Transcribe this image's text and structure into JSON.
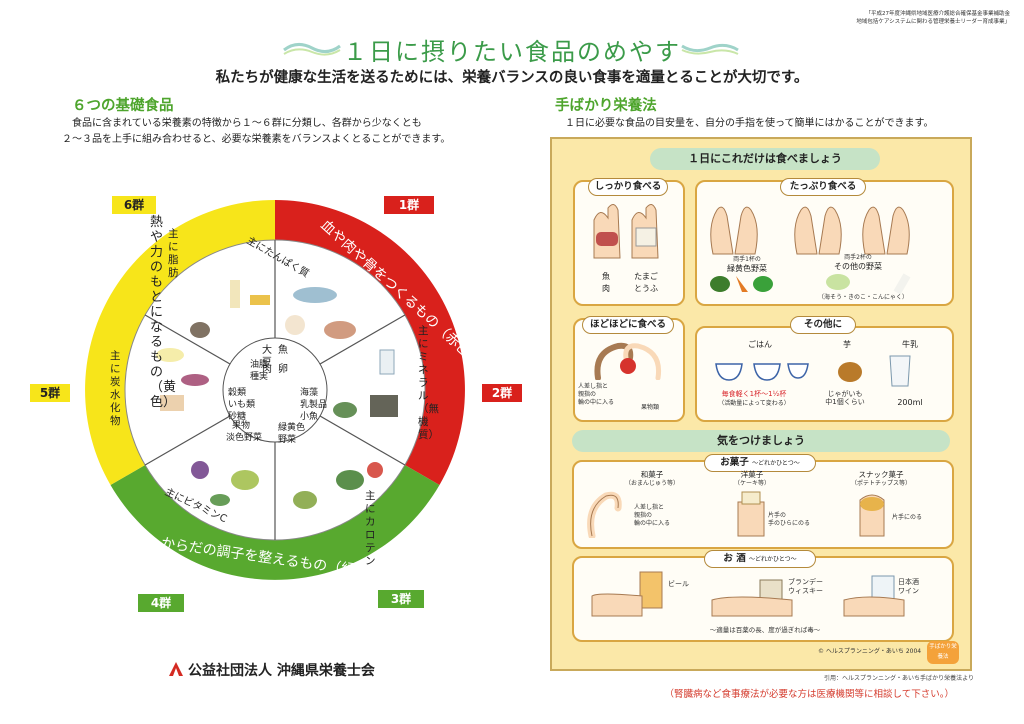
{
  "top_note": [
    "「平成27年度沖縄県地域医療介護総合確保基金事業補助金",
    "地域包括ケアシステムに関わる管理栄養士リーダー育成事業」"
  ],
  "title": "１日に摂りたい食品のめやす",
  "subtitle": "私たちが健康な生活を送るためには、栄養バランスの良い食事を適量とることが大切です。",
  "left": {
    "heading": "６つの基礎食品",
    "text_lines": [
      "食品に含まれている栄養素の特徴から１〜６群に分類し、各群から少なくとも",
      "２〜３品を上手に組み合わせると、必要な栄養素をバランスよくとることができます。"
    ],
    "groups": [
      {
        "tag": "1群",
        "main": "主にたんぱく質",
        "foods": [
          "大豆",
          "魚",
          "肉",
          "卵"
        ]
      },
      {
        "tag": "2群",
        "main": "主にミネラル（無機質）",
        "foods": [
          "海藻",
          "乳製品",
          "小魚"
        ]
      },
      {
        "tag": "3群",
        "main": "主にカロテン",
        "foods": [
          "緑黄色",
          "野菜"
        ]
      },
      {
        "tag": "4群",
        "main": "主にビタミンC",
        "foods": [
          "果物",
          "淡色野菜"
        ]
      },
      {
        "tag": "5群",
        "main": "主に炭水化物",
        "foods": [
          "穀類",
          "いも類",
          "砂糖"
        ]
      },
      {
        "tag": "6群",
        "main": "主に脂肪",
        "foods": [
          "油脂",
          "種実"
        ]
      }
    ],
    "ring_labels": {
      "red": "血や肉や骨をつくるもの（赤色）",
      "yellow": "熱や力のもとになるもの（黄色）",
      "green": "からだの調子を整えるもの（緑色）"
    }
  },
  "footer_org": "公益社団法人 沖縄県栄養士会",
  "right": {
    "heading": "手ばかり栄養法",
    "text": "１日に必要な食品の目安量を、自分の手指を使って簡単にはかることができます。",
    "banner1": "１日にこれだけは食べましょう",
    "shikkari": {
      "label": "しっかり食べる",
      "items": [
        "魚",
        "肉",
        "たまご",
        "とうふ"
      ]
    },
    "tappuri": {
      "label": "たっぷり食べる",
      "left_note": "両手1杯の",
      "left_name": "緑黄色野菜",
      "right_note": "両手2杯の",
      "right_name": "その他の野菜",
      "sub": "（海そう・きのこ・こんにゃく）"
    },
    "hodohodo": {
      "label": "ほどほどに食べる",
      "note": [
        "人差し指と",
        "親指の",
        "輪の中に入る"
      ],
      "fruit": "果物類"
    },
    "sonota": {
      "label": "その他に",
      "gohan": "ごはん",
      "imo": "芋",
      "milk": "牛乳",
      "gohan_amt": "毎食軽く1杯〜1½杯",
      "gohan_sub": "（活動量によって変わる）",
      "imo_amt": [
        "じゃがいも",
        "中1個くらい"
      ],
      "milk_amt": "200ml"
    },
    "banner2": "気をつけましょう",
    "okashi": {
      "label": "お菓子",
      "sub": "〜どれかひとつ〜",
      "items": [
        {
          "name": "和菓子",
          "paren": "（おまんじゅう等）",
          "note": [
            "人差し指と",
            "親指の",
            "輪の中に入る"
          ]
        },
        {
          "name": "洋菓子",
          "paren": "（ケーキ等）",
          "note": [
            "片手の",
            "手のひらにのる"
          ]
        },
        {
          "name": "スナック菓子",
          "paren": "（ポテトチップス等）",
          "note": [
            "片手にのる"
          ]
        }
      ]
    },
    "sake": {
      "label": "お 酒",
      "sub": "〜どれかひとつ〜",
      "items": [
        "ビール",
        "ブランデー",
        "ウィスキー",
        "日本酒",
        "ワイン"
      ],
      "note": "〜適量は百薬の長、度が過ぎれば毒〜"
    },
    "copyright": "© ヘルスプランニング・あいち 2004",
    "stamp": "手ばかり栄養法"
  },
  "cite": "引用：ヘルスプランニング・あいち手ばかり栄養法より",
  "warn": "（腎臓病など食事療法が必要な方は医療機関等に相談して下さい。）",
  "colors": {
    "red": "#d9211c",
    "yellow": "#f7e51a",
    "green": "#58a92f",
    "title_green": "#3b9b49",
    "panel": "#fbe8a8"
  }
}
